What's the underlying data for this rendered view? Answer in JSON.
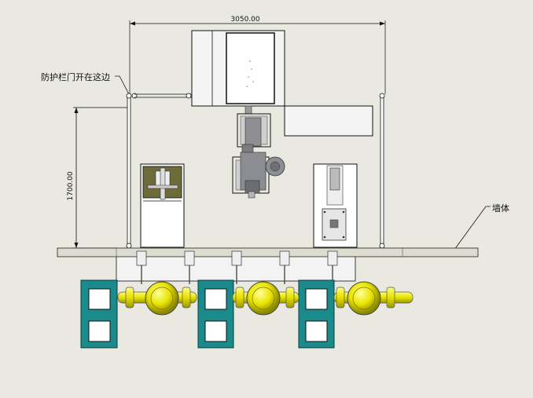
{
  "dimensions": {
    "width_label": "3050.00",
    "height_label": "1700.00"
  },
  "annotations": {
    "fence_door": "防护栏门开在这边",
    "wall": "墙体"
  },
  "colors": {
    "background": "#e9e9e1",
    "line": "#111111",
    "teal_stand": "#1a8a8a",
    "yellow_parts": "#e6e200",
    "olive_panel": "#6d6b3a",
    "floor_slab": "#dcdcd0"
  }
}
